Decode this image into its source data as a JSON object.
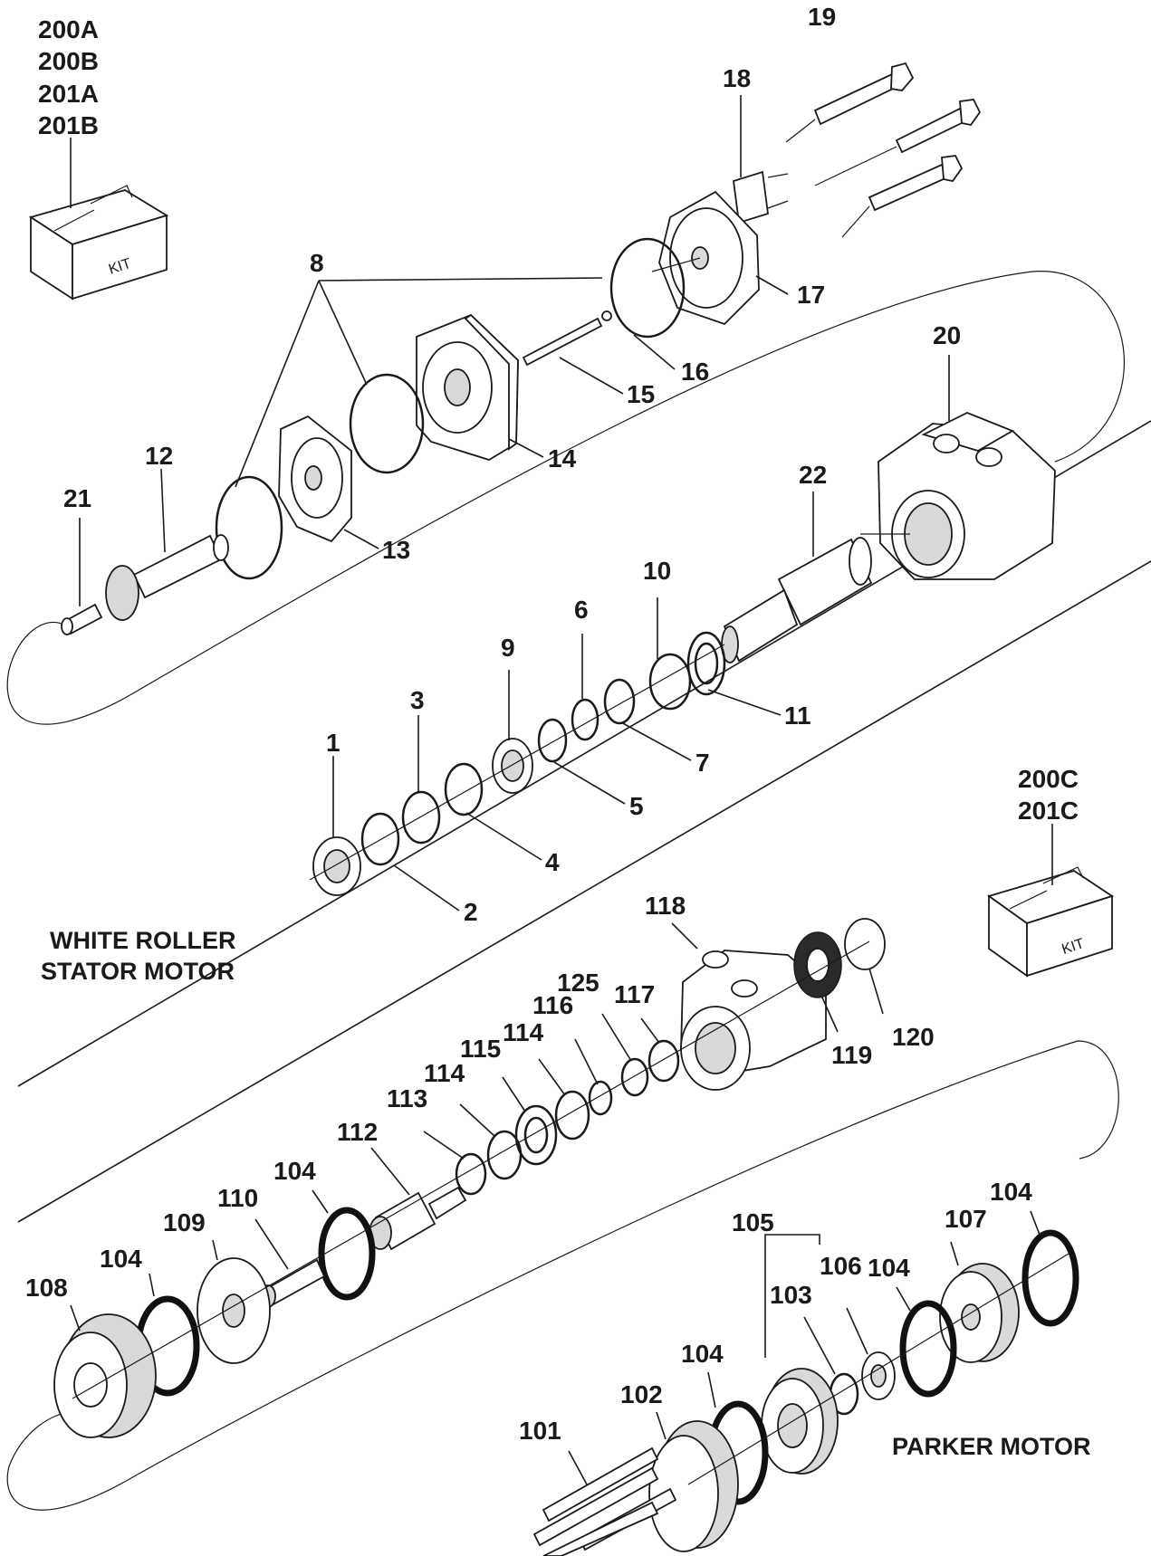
{
  "kits": {
    "upper": [
      "200A",
      "200B",
      "201A",
      "201B"
    ],
    "lower": [
      "200C",
      "201C"
    ],
    "box_label": "KIT"
  },
  "captions": {
    "white_motor": [
      "WHITE ROLLER",
      "STATOR MOTOR"
    ],
    "parker_motor": "PARKER MOTOR"
  },
  "white_parts": [
    "1",
    "2",
    "3",
    "4",
    "5",
    "6",
    "7",
    "8",
    "9",
    "10",
    "11",
    "12",
    "13",
    "14",
    "15",
    "16",
    "17",
    "18",
    "19",
    "20",
    "21",
    "22"
  ],
  "parker_parts": [
    "101",
    "102",
    "103",
    "104",
    "105",
    "106",
    "107",
    "108",
    "109",
    "110",
    "112",
    "113",
    "114",
    "115",
    "116",
    "117",
    "118",
    "119",
    "120",
    "125"
  ]
}
